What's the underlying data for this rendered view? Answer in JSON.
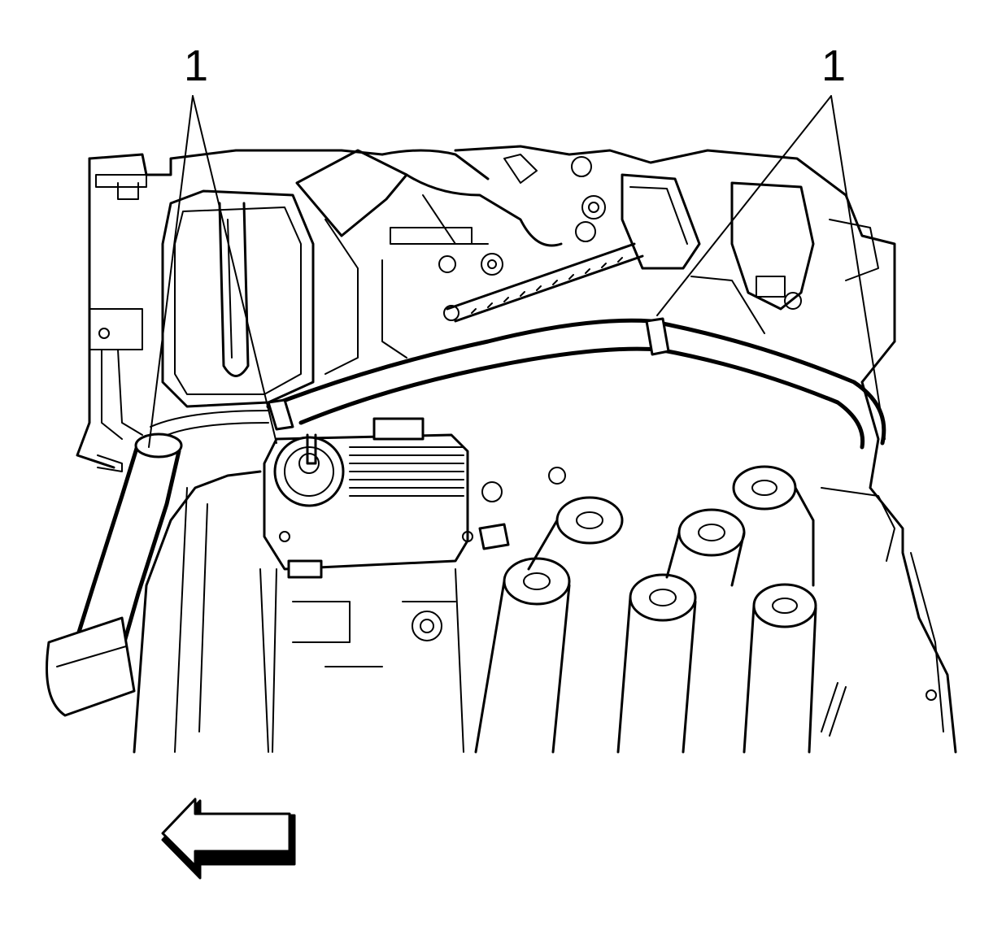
{
  "callouts": [
    {
      "id": "left",
      "label": "1"
    },
    {
      "id": "right",
      "label": "1"
    }
  ],
  "colors": {
    "line": "#000000",
    "background": "#ffffff"
  },
  "icons": {
    "direction": "arrow-left-icon"
  }
}
